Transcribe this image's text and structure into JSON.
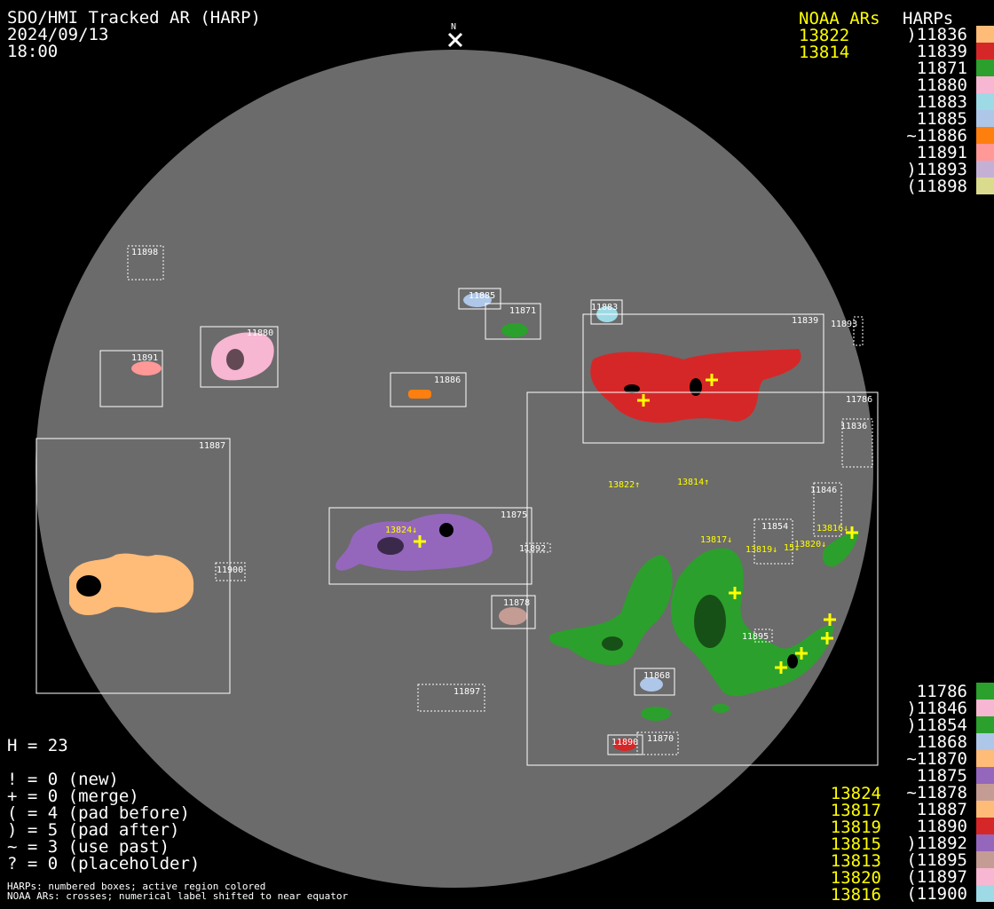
{
  "header": {
    "title": "SDO/HMI Tracked AR (HARP)",
    "date": "2024/09/13",
    "time": "18:00",
    "north_label": "N"
  },
  "noaa_top": {
    "heading": "NOAA ARs",
    "items": [
      "13822",
      "13814"
    ]
  },
  "harps_top": {
    "heading": "HARPs",
    "items": [
      {
        "label": ")11836",
        "color": "#ffbb78"
      },
      {
        "label": "11839",
        "color": "#d62728"
      },
      {
        "label": "11871",
        "color": "#2ca02c"
      },
      {
        "label": "11880",
        "color": "#f7b6d2"
      },
      {
        "label": "11883",
        "color": "#9edae5"
      },
      {
        "label": "11885",
        "color": "#aec7e8"
      },
      {
        "label": "~11886",
        "color": "#ff7f0e"
      },
      {
        "label": "11891",
        "color": "#ff9896"
      },
      {
        "label": ")11893",
        "color": "#c5b0d5"
      },
      {
        "label": "(11898",
        "color": "#dbdb8d"
      }
    ]
  },
  "harps_bottom": [
    {
      "label": "11786",
      "color": "#2ca02c"
    },
    {
      "label": ")11846",
      "color": "#f7b6d2"
    },
    {
      "label": ")11854",
      "color": "#2ca02c"
    },
    {
      "label": "11868",
      "color": "#aec7e8"
    },
    {
      "label": "~11870",
      "color": "#ffbb78"
    },
    {
      "label": "11875",
      "color": "#9467bd"
    },
    {
      "label": "~11878",
      "color": "#c49c94"
    },
    {
      "label": "11887",
      "color": "#ffbb78"
    },
    {
      "label": "11890",
      "color": "#d62728"
    },
    {
      "label": ")11892",
      "color": "#9467bd"
    },
    {
      "label": "(11895",
      "color": "#c49c94"
    },
    {
      "label": "(11897",
      "color": "#f7b6d2"
    },
    {
      "label": "(11900",
      "color": "#9edae5"
    }
  ],
  "noaa_bottom": [
    "13824",
    "13817",
    "13819",
    "13815",
    "13813",
    "13820",
    "13816"
  ],
  "stats": {
    "h": "H = 23",
    "lines": [
      "! = 0 (new)",
      "+ = 0 (merge)",
      "( = 4 (pad before)",
      ") = 5 (pad after)",
      "~ = 3 (use past)",
      "? = 0 (placeholder)"
    ]
  },
  "footer": {
    "line1": "HARPs: numbered boxes; active region colored",
    "line2": "NOAA ARs: crosses; numerical label shifted to near equator"
  },
  "disk": {
    "harp_labels": {
      "h11898": "11898",
      "h11885": "11885",
      "h11871": "11871",
      "h11883": "11883",
      "h11839": "11839",
      "h11893": "11893",
      "h11891": "11891",
      "h11880": "11880",
      "h11886": "11886",
      "h11786": "11786",
      "h11836": "11836",
      "h11887": "11887",
      "h11846": "11846",
      "h11854": "11854",
      "h11875": "11875",
      "h11892": "11892",
      "h11900": "11900",
      "h11878": "11878",
      "h11895": "11895",
      "h11868": "11868",
      "h11897": "11897",
      "h11890": "11890",
      "h11870": "11870"
    },
    "noaa_labels": {
      "n13822": "13822↑",
      "n13814": "13814↑",
      "n13824": "13824↓",
      "n13817": "13817↓",
      "n13819": "13819↓",
      "n13815": "15↓",
      "n13820": "13820↓",
      "n13816": "13816↓"
    },
    "disk_color": "#6b6b6b",
    "cross_color": "#ffff00"
  }
}
